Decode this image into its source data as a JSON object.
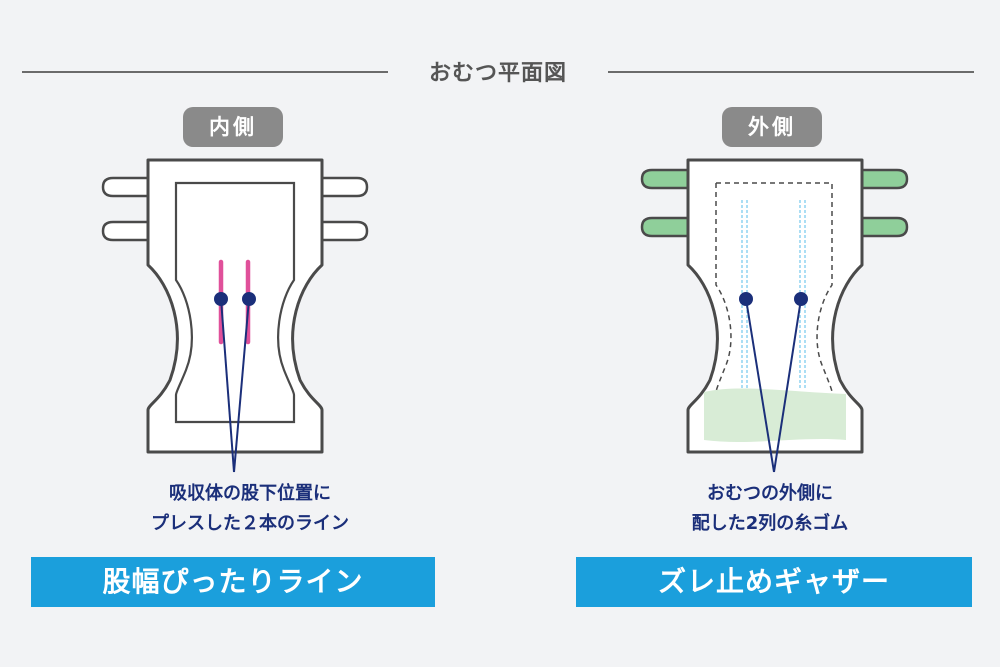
{
  "heading": "おむつ平面図",
  "inner": {
    "label": "内側",
    "caption_line1": "吸収体の股下位置に",
    "caption_line2": "プレスした２本のライン",
    "banner": "股幅ぴったりライン",
    "accent_color": "#e0509a"
  },
  "outer": {
    "label": "外側",
    "caption_line1": "おむつの外側に",
    "caption_line2": "配した2列の糸ゴム",
    "banner": "ズレ止めギャザー",
    "tab_color": "#8fcf9a",
    "pad_color": "#d8ecd6",
    "elastic_color": "#8fd3f0"
  },
  "colors": {
    "banner": "#1b9fdc",
    "pointer": "#1b2f7a",
    "outline": "#4a4a4a"
  }
}
